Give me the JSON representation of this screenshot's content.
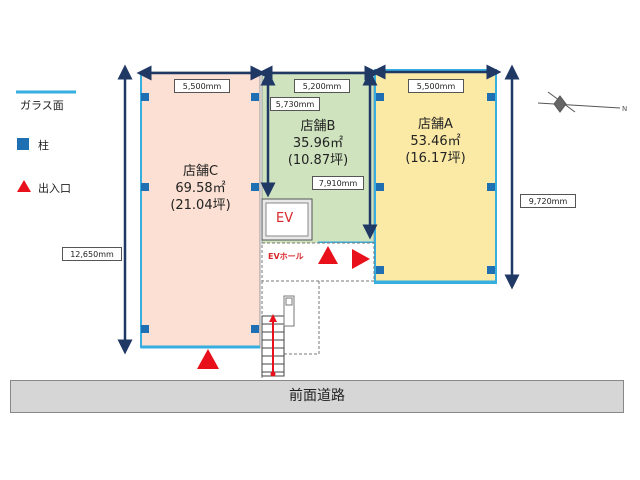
{
  "legend": {
    "glass_label": "ガラス面",
    "pillar_label": "柱",
    "entrance_label": "出入口"
  },
  "shops": {
    "c": {
      "name": "店舗C",
      "area_m2": "69.58㎡",
      "area_tsubo": "(21.04坪)"
    },
    "b": {
      "name": "店舗B",
      "area_m2": "35.96㎡",
      "area_tsubo": "(10.87坪)"
    },
    "a": {
      "name": "店舗A",
      "area_m2": "53.46㎡",
      "area_tsubo": "(16.17坪)"
    }
  },
  "dimensions": {
    "c_width": "5,500mm",
    "b_width": "5,200mm",
    "a_width": "5,500mm",
    "b_inner_width": "5,730mm",
    "b_depth": "7,910mm",
    "a_depth": "9,720mm",
    "c_depth": "12,650mm"
  },
  "elevator": {
    "label": "EV",
    "hall_label": "EVホール"
  },
  "road": {
    "label": "前面道路"
  },
  "colors": {
    "shop_c": "#fbe0d3",
    "shop_b": "#cfe3bf",
    "shop_a": "#fbe9a6",
    "glass": "#36aee0",
    "pillar": "#1f6fb3",
    "entrance": "#e8101a",
    "dim_arrow": "#1f3864"
  },
  "icons": {
    "compass": "north-compass-icon",
    "stairs": "stairs-icon"
  }
}
